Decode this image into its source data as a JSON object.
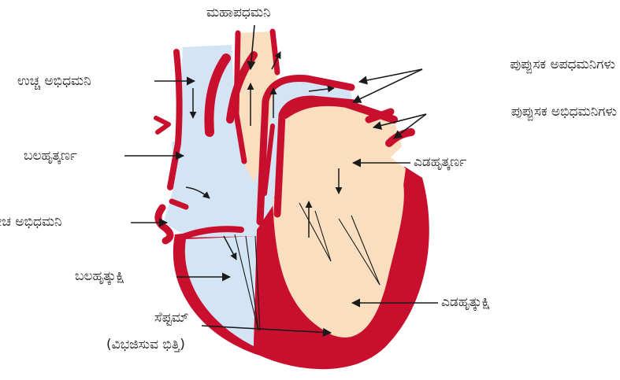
{
  "labels": {
    "aorta": "ಮಹಾಪಧಮನಿ",
    "superior_vena_cava": "ಉಚ್ಚ ಅಭಿಧಮನಿ",
    "right_atrium": "ಬಲಹೃತ್ಕರ್ಣ",
    "inferior_vena_cava": "ನೀಚ ಅಭಿಧಮನಿ",
    "right_ventricle": "ಬಲಹೃತ್ಕುಕ್ಷಿ",
    "septum": "ಸೆಪ್ಟಮ್",
    "septum_note": "(ವಿಭಜಿಸುವ ಭಿತ್ತಿ)",
    "pulmonary_arteries": "ಪುಪ್ಪುಸಕ ಅಪಧಮನಿಗಳು",
    "pulmonary_veins": "ಪುಪ್ಪುಸಕ ಅಭಿಧಮನಿಗಳು",
    "left_atrium": "ಎಡಹೃತ್ಕರ್ಣ",
    "left_ventricle": "ಎಡಹೃತ್ಕುಕ್ಷಿ"
  },
  "colors": {
    "vessel_wall": "#c8102e",
    "deoxygenated_region": "#d3e5f4",
    "oxygenated_region": "#f9dfbf",
    "pointer_lines": "#1a1a1a"
  }
}
